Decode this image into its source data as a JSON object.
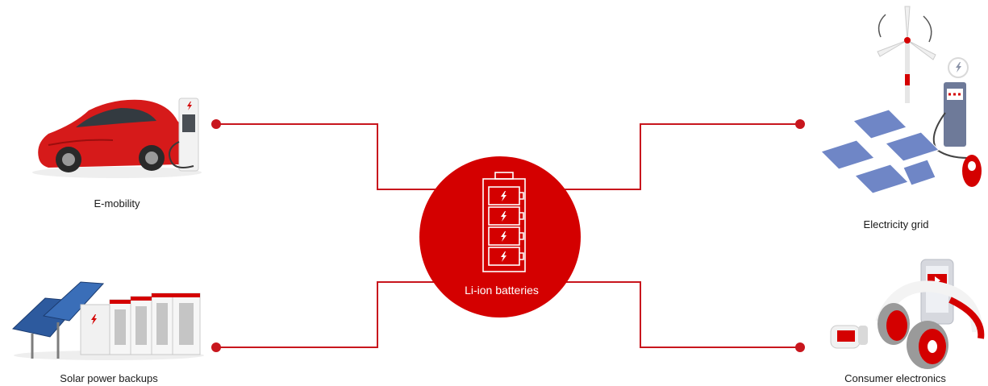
{
  "colors": {
    "accent": "#d40000",
    "line": "#c8161d",
    "hub": "#d40000"
  },
  "hub": {
    "label": "Li-ion batteries",
    "icon": "battery-icon"
  },
  "nodes": [
    {
      "id": "e-mobility",
      "label": "E-mobility",
      "icon": "electric-car-charging-icon"
    },
    {
      "id": "solar-power-backups",
      "label": "Solar power backups",
      "icon": "solar-battery-storage-icon"
    },
    {
      "id": "electricity-grid",
      "label": "Electricity grid",
      "icon": "wind-solar-grid-icon"
    },
    {
      "id": "consumer-electronics",
      "label": "Consumer electronics",
      "icon": "devices-headphones-icon"
    }
  ]
}
